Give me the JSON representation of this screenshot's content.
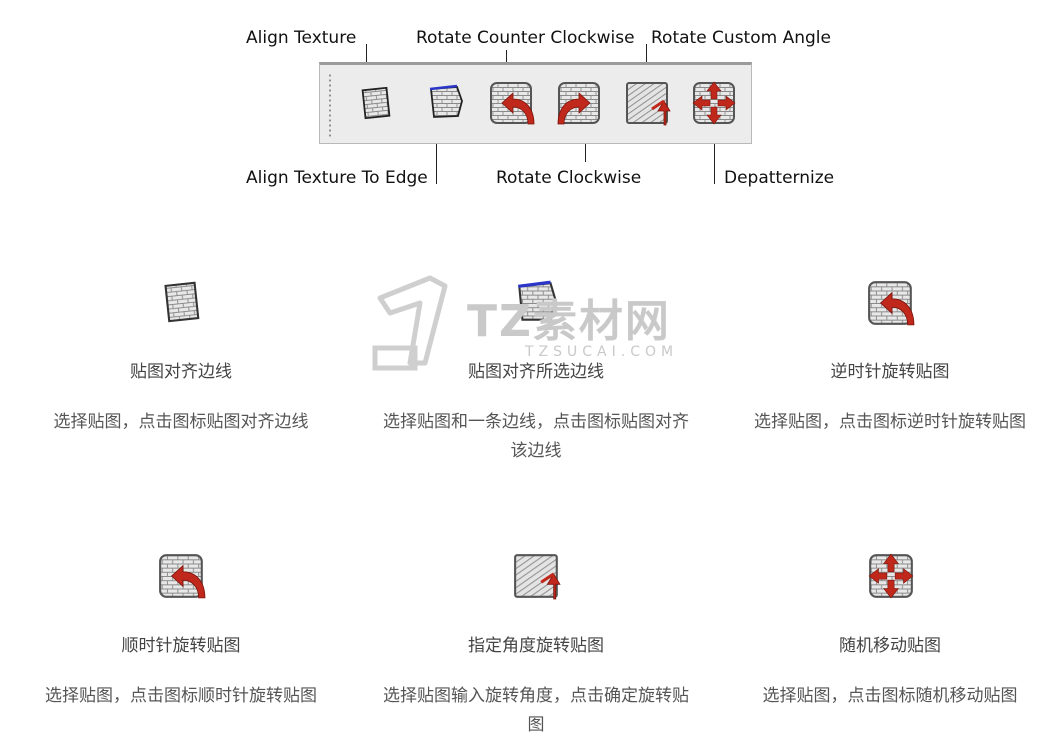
{
  "callouts": {
    "align_texture": "Align Texture",
    "rotate_ccw": "Rotate Counter Clockwise",
    "rotate_custom": "Rotate Custom Angle",
    "align_edge": "Align Texture To Edge",
    "rotate_cw": "Rotate Clockwise",
    "depatternize": "Depatternize"
  },
  "toolbar": {
    "buttons": [
      "texture-align-icon",
      "texture-edge-icon",
      "rotate-ccw-icon",
      "rotate-cw-icon",
      "rotate-custom-icon",
      "depatternize-icon"
    ]
  },
  "items": [
    {
      "title": "贴图对齐边线",
      "desc": "选择贴图，点击图标贴图对齐边线",
      "icon": "texture-align-icon"
    },
    {
      "title": "贴图对齐所选边线",
      "desc": "选择贴图和一条边线，点击图标贴图对齐该边线",
      "icon": "texture-edge-icon"
    },
    {
      "title": "逆时针旋转贴图",
      "desc": "选择贴图，点击图标逆时针旋转贴图",
      "icon": "rotate-ccw-icon"
    },
    {
      "title": "顺时针旋转贴图",
      "desc": "选择贴图，点击图标顺时针旋转贴图",
      "icon": "rotate-cw-icon"
    },
    {
      "title": "指定角度旋转贴图",
      "desc": "选择贴图输入旋转角度，点击确定旋转贴图",
      "icon": "rotate-custom-icon"
    },
    {
      "title": "随机移动贴图",
      "desc": "选择贴图，点击图标随机移动贴图",
      "icon": "depatternize-icon"
    }
  ],
  "watermark": {
    "text": "TZ素材网",
    "sub": "TZSUCAI.COM"
  },
  "colors": {
    "accent_red": "#c0281c",
    "edge_blue": "#2b35c8"
  }
}
